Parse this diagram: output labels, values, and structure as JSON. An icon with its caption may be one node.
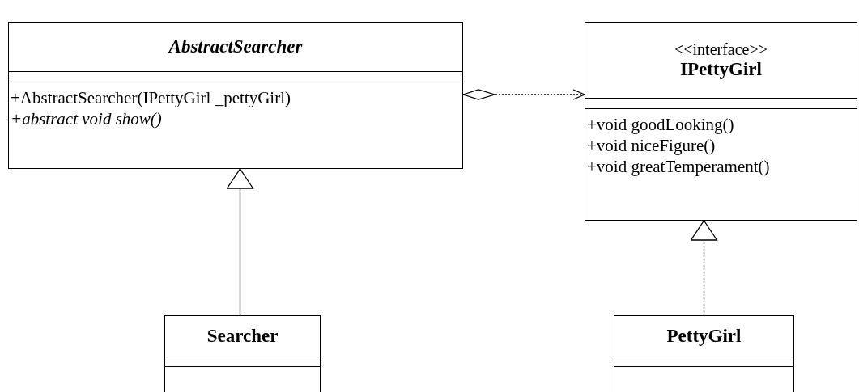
{
  "diagram": {
    "nodes": [
      {
        "text": [
          "AbstractSearcher",
          "+AbstractSearcher(IPettyGirl _pettyGirl)",
          "+abstract void show()"
        ]
      },
      {
        "text": [
          "<<interface>>",
          "IPettyGirl",
          "+void goodLooking()",
          "+void niceFigure()",
          "+void greatTemperament()"
        ]
      },
      {
        "text": [
          "Searcher"
        ]
      },
      {
        "text": [
          "PettyGirl"
        ]
      }
    ],
    "edges": [
      {
        "from": 0,
        "to": 1,
        "arrow": "to",
        "style": "dashed"
      },
      {
        "from": 2,
        "to": 0,
        "arrow": "to"
      },
      {
        "from": 3,
        "to": 1,
        "arrow": "to",
        "style": "dashed"
      }
    ]
  }
}
